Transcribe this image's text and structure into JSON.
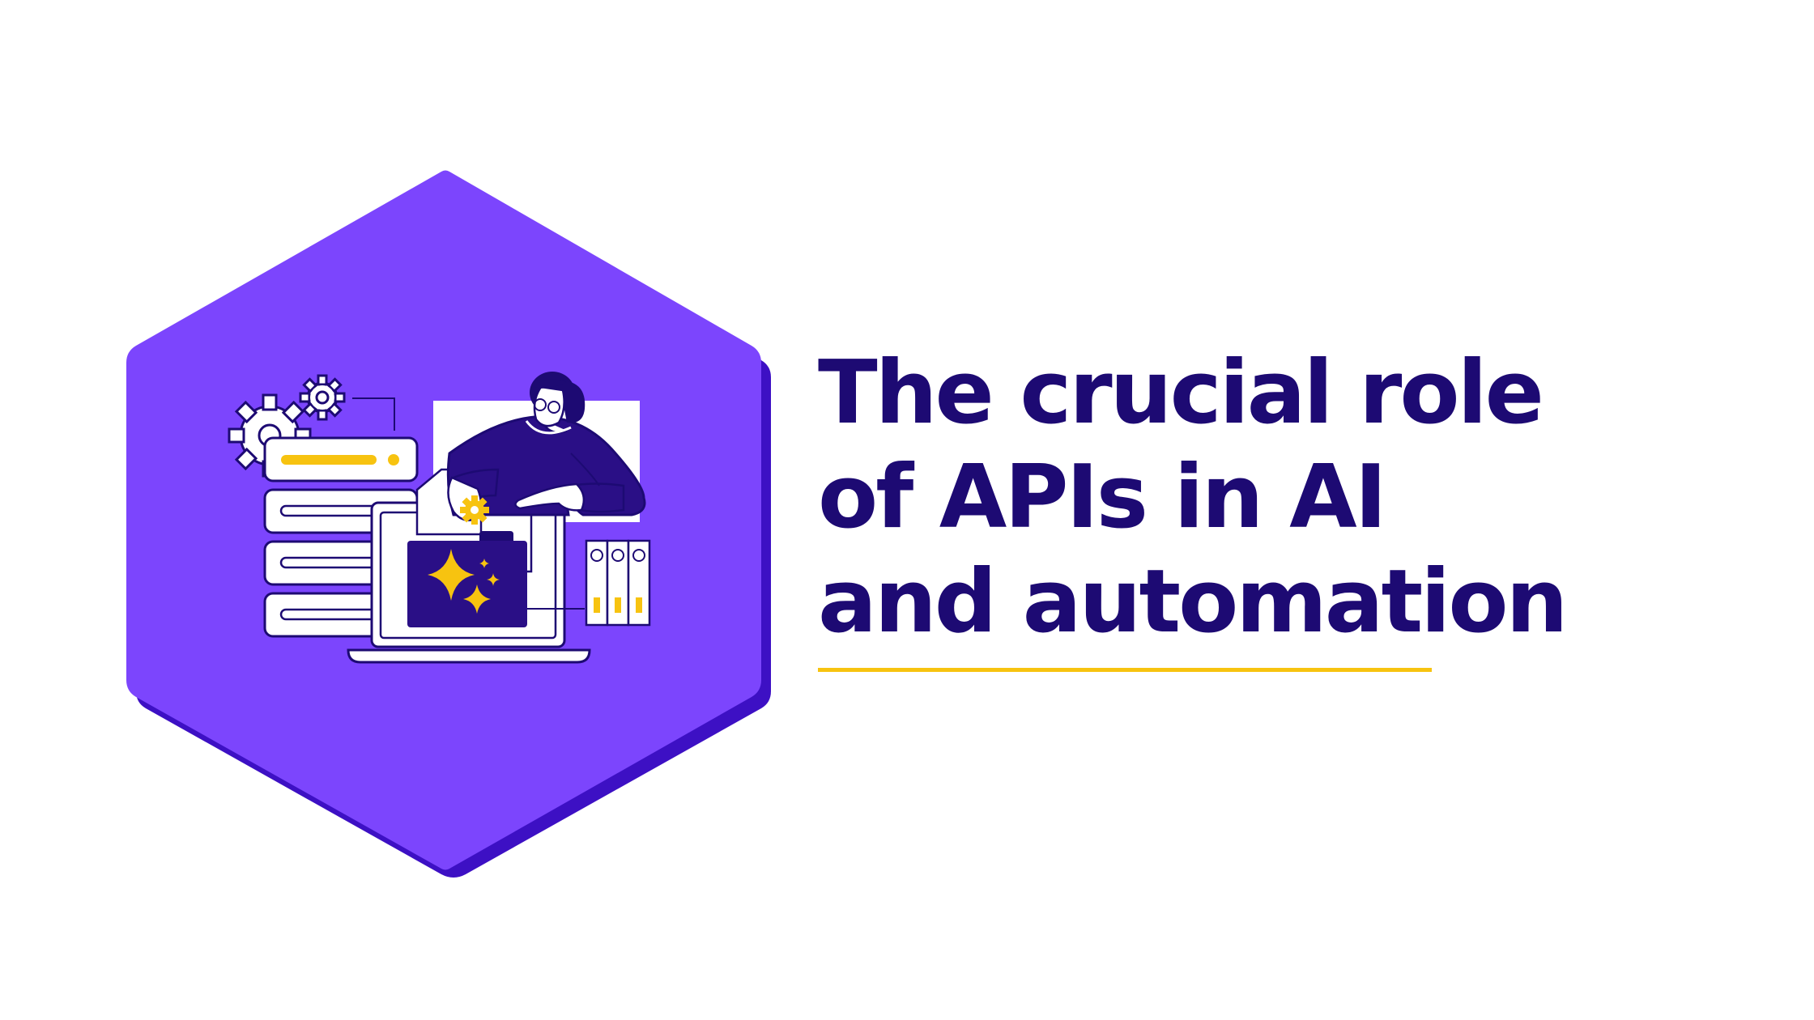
{
  "title": {
    "line1": "The crucial role",
    "line2": "of APIs in AI",
    "line3": "and automation"
  },
  "colors": {
    "background": "#ffffff",
    "hexagon": "#7c45fd",
    "hexagon_shadow": "#3d10c4",
    "title_text": "#1d0a73",
    "accent": "#f7c310",
    "ink": "#1d0a73"
  },
  "illustration": {
    "icons": [
      "gear-icon",
      "server-stack-icon",
      "laptop-icon",
      "folder-icon",
      "sparkle-icon",
      "binder-icon",
      "person-icon"
    ]
  }
}
